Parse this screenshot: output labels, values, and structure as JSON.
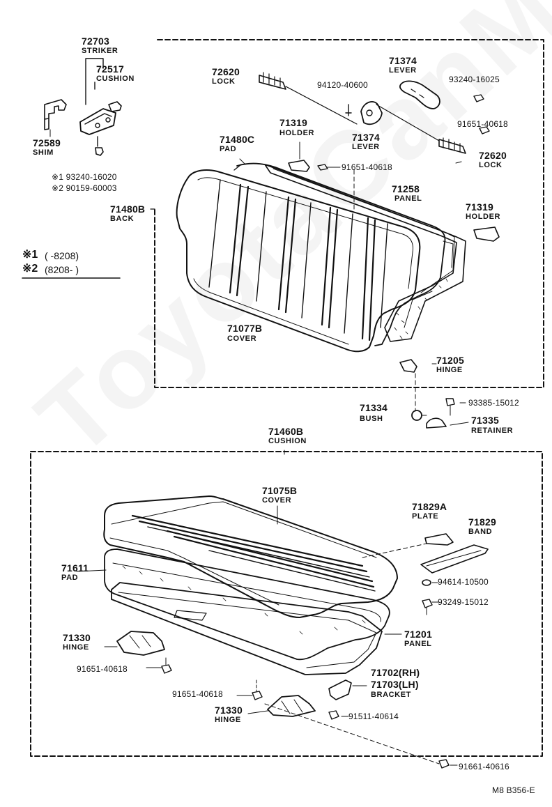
{
  "watermark": "ToyotaCanMe.ru",
  "footer_code": "M8  B356-E",
  "legend": {
    "line1_mark": "※1",
    "line1_range": "(      -8208)",
    "line2_mark": "※2",
    "line2_range": "(8208-      )"
  },
  "callouts": {
    "p72703_num": "72703",
    "p72703_name": "STRIKER",
    "p72517_num": "72517",
    "p72517_name": "CUSHION",
    "p72589_num": "72589",
    "p72589_name": "SHIM",
    "note1": "※1  93240-16020",
    "note2": "※2  90159-60003",
    "p71480B_num": "71480B",
    "p71480B_name": "BACK",
    "p72620a_num": "72620",
    "p72620a_name": "LOCK",
    "p94120": "94120-40600",
    "p71374a_num": "71374",
    "p71374a_name": "LEVER",
    "p93240_16025": "93240-16025",
    "p91651_40618a": "91651-40618",
    "p71374b_num": "71374",
    "p71374b_name": "LEVER",
    "p72620b_num": "72620",
    "p72620b_name": "LOCK",
    "p71319a_num": "71319",
    "p71319a_name": "HOLDER",
    "p71480C_num": "71480C",
    "p71480C_name": "PAD",
    "p91651_40618b": "91651-40618",
    "p71258_num": "71258",
    "p71258_name": "PANEL",
    "p71319b_num": "71319",
    "p71319b_name": "HOLDER",
    "p71077B_num": "71077B",
    "p71077B_name": "COVER",
    "p71205_num": "71205",
    "p71205_name": "HINGE",
    "p71334_num": "71334",
    "p71334_name": "BUSH",
    "p93385": "93385-15012",
    "p71335_num": "71335",
    "p71335_name": "RETAINER",
    "p71460B_num": "71460B",
    "p71460B_name": "CUSHION",
    "p71075B_num": "71075B",
    "p71075B_name": "COVER",
    "p71829A_num": "71829A",
    "p71829A_name": "PLATE",
    "p71829_num": "71829",
    "p71829_name": "BAND",
    "p71611_num": "71611",
    "p71611_name": "PAD",
    "p94614": "94614-10500",
    "p93249": "93249-15012",
    "p71201_num": "71201",
    "p71201_name": "PANEL",
    "p71330a_num": "71330",
    "p71330a_name": "HINGE",
    "p91651_40618c": "91651-40618",
    "p71702": "71702(RH)",
    "p71703": "71703(LH)",
    "p_bracket": "BRACKET",
    "p91651_40618d": "91651-40618",
    "p71330b_num": "71330",
    "p71330b_name": "HINGE",
    "p91511": "91511-40614",
    "p91661": "91661-40616"
  }
}
